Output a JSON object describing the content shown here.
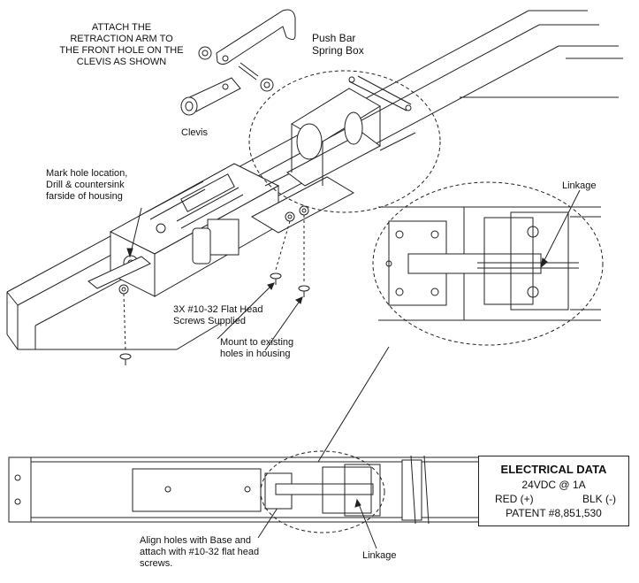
{
  "labels": {
    "attach_line1": "ATTACH THE",
    "attach_line2": "RETRACTION ARM TO",
    "attach_line3": "THE FRONT HOLE ON THE",
    "attach_line4": "CLEVIS AS SHOWN",
    "clevis": "Clevis",
    "push_bar_line1": "Push Bar",
    "push_bar_line2": "Spring Box",
    "mark_line1": "Mark hole location,",
    "mark_line2": "Drill & countersink",
    "mark_line3": "farside of housing",
    "linkage_detail": "Linkage",
    "screws_line1": "3X #10-32 Flat Head",
    "screws_line2": "Screws Supplied",
    "mount_line1": "Mount to existing",
    "mount_line2": "holes in housing",
    "align_line1": "Align holes with Base and",
    "align_line2": "attach with #10-32 flat head",
    "align_line3": "screws.",
    "linkage_bottom": "Linkage"
  },
  "electrical": {
    "title": "ELECTRICAL DATA",
    "voltage": "24VDC @ 1A",
    "red": "RED (+)",
    "blk": "BLK (-)",
    "patent": "PATENT #8,851,530"
  },
  "colors": {
    "line": "#222222",
    "background": "#ffffff"
  }
}
